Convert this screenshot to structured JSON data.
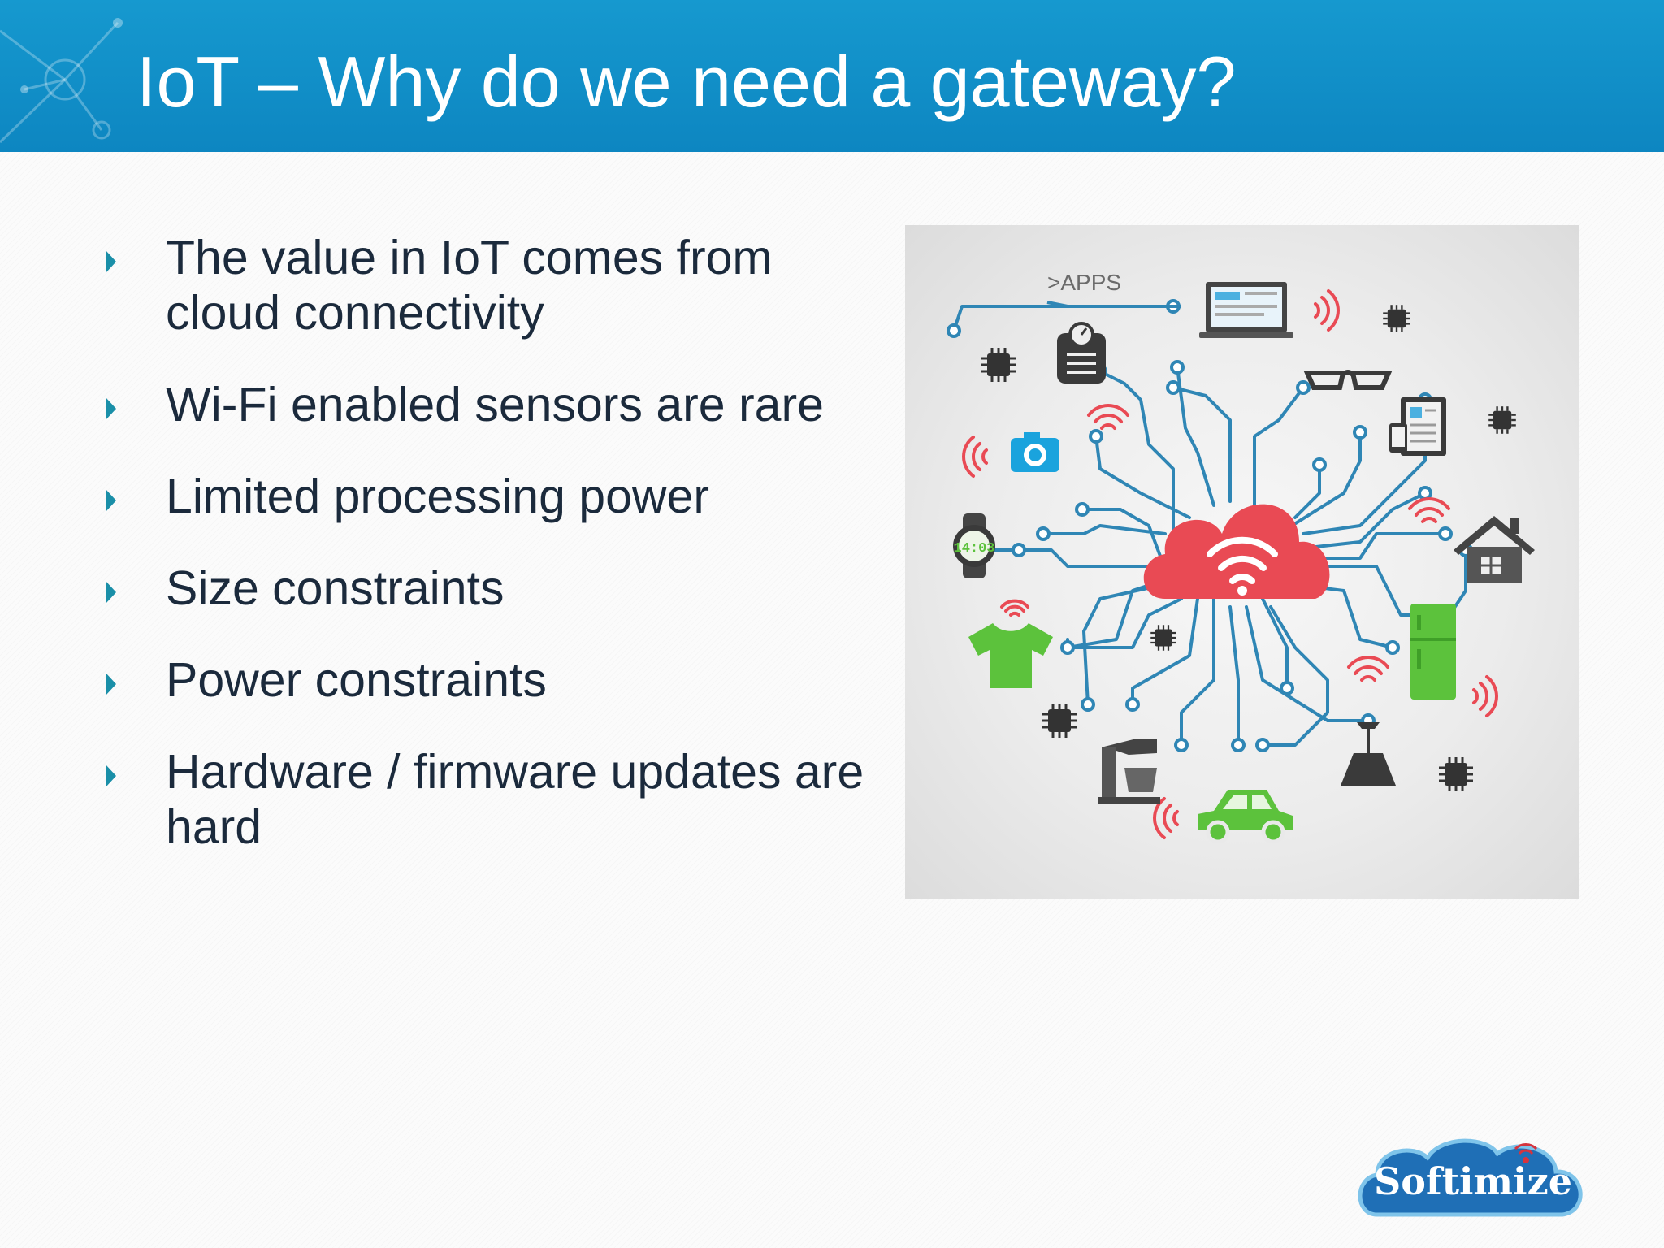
{
  "slide": {
    "title": "IoT – Why do we need a gateway?",
    "bullets": [
      "The value in IoT comes from cloud connectivity",
      "Wi-Fi enabled sensors are rare",
      "Limited processing power",
      "Size constraints",
      "Power constraints",
      "Hardware / firmware updates are hard"
    ]
  },
  "figure": {
    "apps_label": ">APPS",
    "watch_time": "14:03"
  },
  "logo": {
    "text": "Softimize"
  },
  "colors": {
    "header": "#0d86c1",
    "bullet_text": "#1b2a3c",
    "bullet_marker": "#1a8fa8",
    "circuit": "#2f86b5",
    "cloud": "#e94a54",
    "accent_green": "#5cc23c",
    "logo_blue": "#1f6fb6"
  },
  "icons": [
    "network-decoration-icon",
    "bullet-arrow-icon",
    "cloud-wifi-icon",
    "chip-icon",
    "camera-icon",
    "watch-icon",
    "tshirt-icon",
    "car-icon",
    "house-icon",
    "fridge-icon",
    "glasses-icon",
    "laptop-icon",
    "scale-icon",
    "lamp-icon",
    "mixer-icon",
    "tablet-icon"
  ]
}
